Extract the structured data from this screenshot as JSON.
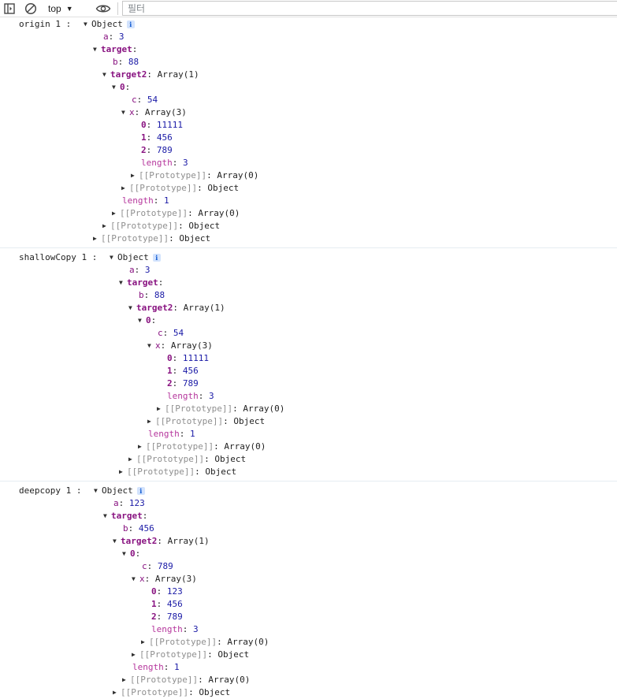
{
  "toolbar": {
    "sidebar_icon": "sidebar-toggle-icon",
    "clear_icon": "clear-console-icon",
    "context": "top",
    "eye_icon": "live-expression-eye-icon",
    "filter_placeholder": "필터"
  },
  "colors": {
    "key": "#881280",
    "number": "#1a1aa6",
    "proto": "#8f8f8f",
    "info_badge": "#d3e3fd"
  },
  "groups": [
    {
      "label": "origin 1 :",
      "root": "Object",
      "a": "3",
      "b": "88",
      "c": "54",
      "x0": "11111",
      "x1": "456",
      "x2": "789",
      "x_len": "3",
      "t2_len": "1"
    },
    {
      "label": "shallowCopy 1 :",
      "root": "Object",
      "a": "3",
      "b": "88",
      "c": "54",
      "x0": "11111",
      "x1": "456",
      "x2": "789",
      "x_len": "3",
      "t2_len": "1"
    },
    {
      "label": "deepcopy 1 :",
      "root": "Object",
      "a": "123",
      "b": "456",
      "c": "789",
      "x0": "123",
      "x1": "456",
      "x2": "789",
      "x_len": "3",
      "t2_len": "1"
    }
  ],
  "labels": {
    "a": "a",
    "target": "target",
    "b": "b",
    "target2": "target2",
    "target2_type": "Array(1)",
    "idx0": "0",
    "c": "c",
    "x": "x",
    "x_type": "Array(3)",
    "i0": "0",
    "i1": "1",
    "i2": "2",
    "length": "length",
    "proto": "[[Prototype]]",
    "proto_array0": "Array(0)",
    "proto_object": "Object"
  }
}
